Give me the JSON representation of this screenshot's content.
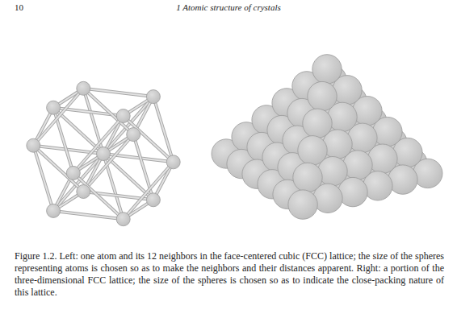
{
  "diagram": {
    "caption": "Figure 1.2. Left: one atom and its 12 neighbors in the face-centered cubic (FCC) lattice; the size of the spheres representing atoms is chosen so as to make the neighbors and their distances apparent. Right: a portion of the three-dimensional FCC lattice; the size of the spheres is chosen so as to indicate the close-packing nature of this lattice.",
    "labels": [
      "10",
      "1 Atomic structure of crystals"
    ]
  }
}
